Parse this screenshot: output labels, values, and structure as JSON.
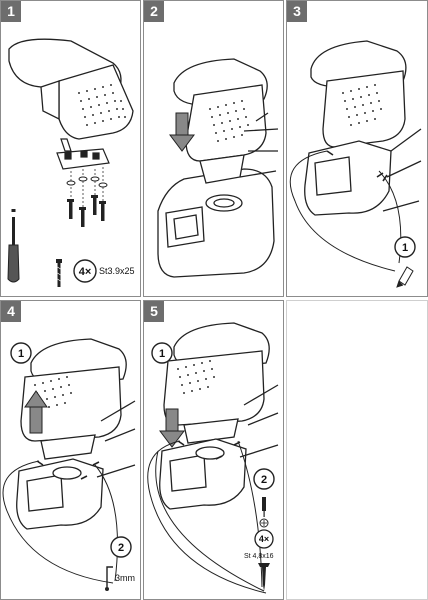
{
  "panels": [
    {
      "step": "1",
      "qty": "4×",
      "screw_spec": "St3.9x25"
    },
    {
      "step": "2"
    },
    {
      "step": "3",
      "callout": "1"
    },
    {
      "step": "4",
      "callout_top": "1",
      "callout_bottom": "2",
      "drill_label": "3mm"
    },
    {
      "step": "5",
      "callout_top": "1",
      "callout_right": "2",
      "qty": "4×",
      "screw_spec": "St 4,8x16"
    }
  ],
  "icons": [
    "screwdriver-icon",
    "screw-icon",
    "arrow-down-icon",
    "arrow-up-icon",
    "pen-icon",
    "drill-icon"
  ],
  "colors": {
    "badge": "#6d6d6d",
    "border": "#8c8c8c",
    "line": "#222222"
  }
}
